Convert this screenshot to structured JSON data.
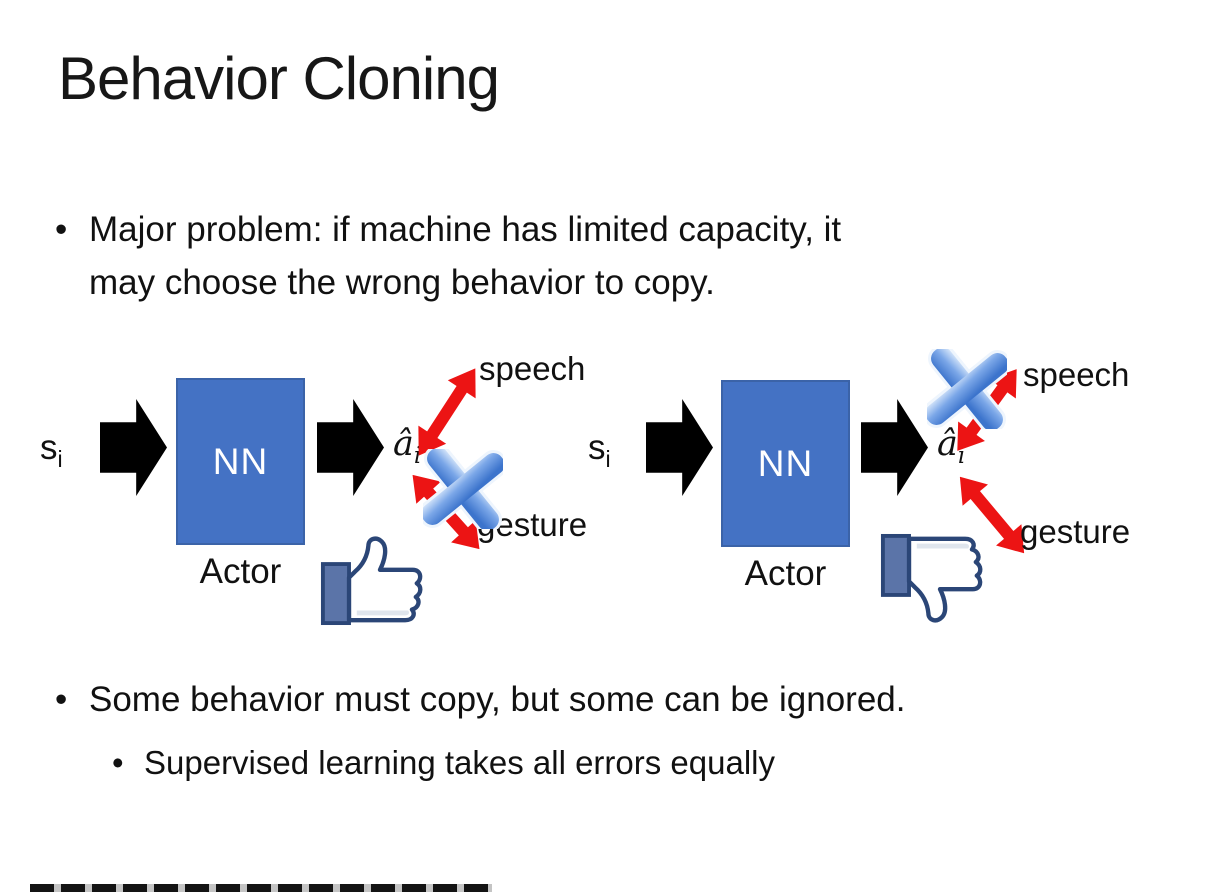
{
  "slide": {
    "title": "Behavior Cloning",
    "bullet_char": "•",
    "bullets": {
      "major_problem": {
        "lines": [
          "Major problem: if machine has limited capacity, it",
          "may choose the wrong behavior to copy."
        ]
      },
      "some_behavior": "Some behavior must copy, but some can be ignored.",
      "supervised": "Supervised learning takes all errors equally"
    }
  },
  "diagram": {
    "left": {
      "input_label": "s",
      "input_sub": "i",
      "box_label": "NN",
      "role_label": "Actor",
      "output_label": "â",
      "output_sub": "i",
      "speech_label": "speech",
      "gesture_label": "gesture",
      "crossed_out": "gesture",
      "feedback_icon": "thumbs-up"
    },
    "right": {
      "input_label": "s",
      "input_sub": "i",
      "box_label": "NN",
      "role_label": "Actor",
      "output_label": "â",
      "output_sub": "i",
      "speech_label": "speech",
      "gesture_label": "gesture",
      "crossed_out": "speech",
      "feedback_icon": "thumbs-down"
    }
  },
  "colors": {
    "nn_box_fill": "#4472C4",
    "nn_box_border": "#3B63A8",
    "block_arrow": "#000000",
    "double_arrow_red": "#EC1414",
    "cross_blue_light": "#D6E6FA",
    "cross_blue_dark": "#3C74CC",
    "thumb_outline": "#2B4677",
    "thumb_cuff": "#5B74A8",
    "text": "#111111",
    "background": "#FFFFFF",
    "clipped_strip": "#141414"
  }
}
